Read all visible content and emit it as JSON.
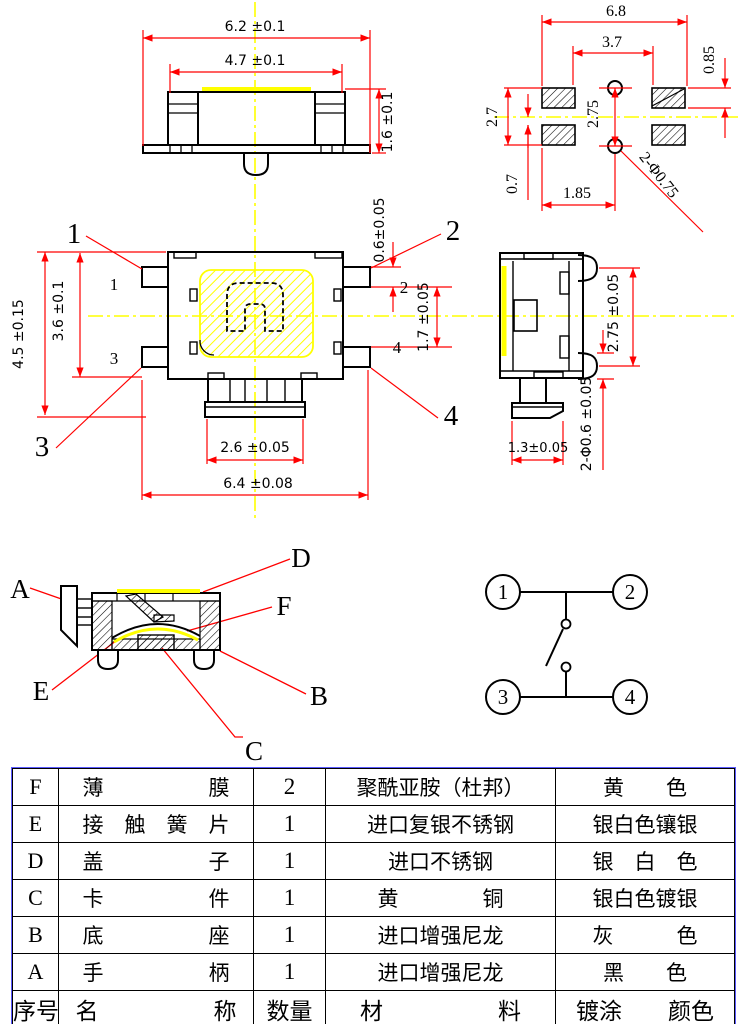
{
  "colors": {
    "dimension_red": "#ff0000",
    "centerline_yellow": "#ffff00",
    "highlight_yellow": "#ffff00",
    "drawing_black": "#000000",
    "table_frame_blue": "#5a5aff"
  },
  "front_view": {
    "dim_total_width": "6.2 ±0.1",
    "dim_cover_width": "4.7 ±0.1",
    "dim_height": "1.6 ±0.1"
  },
  "pad_layout": {
    "dim_total_width": "6.8",
    "dim_inner_width": "3.7",
    "dim_pad_height": "0.85",
    "dim_pad_span": "2.7",
    "dim_hole_pitch": "2.75",
    "dim_center_offset": "0.7",
    "dim_hole_offset": "1.85",
    "dim_hole_note": "2-Φ0.75"
  },
  "top_view": {
    "dim_total_height": "4.5 ±0.15",
    "dim_body_height": "3.6 ±0.1",
    "dim_pin_width": "0.6±0.05",
    "dim_pin_gap": "1.7 ±0.05",
    "dim_stem_width": "2.6 ±0.05",
    "dim_total_width": "6.4 ±0.08",
    "callout_1": "1",
    "callout_2": "2",
    "callout_3": "3",
    "callout_4": "4",
    "pin_label_1": "1",
    "pin_label_2": "2",
    "pin_label_3": "3",
    "pin_label_4": "4"
  },
  "side_view": {
    "dim_pin_pitch": "2.75 ±0.05",
    "dim_pin_dia": "2-Φ0.6 ±0.05",
    "dim_foot_width": "1.3±0.05"
  },
  "section_view": {
    "label_a": "A",
    "label_b": "B",
    "label_c": "C",
    "label_d": "D",
    "label_e": "E",
    "label_f": "F"
  },
  "schematic": {
    "pin_1": "1",
    "pin_2": "2",
    "pin_3": "3",
    "pin_4": "4"
  },
  "parts_table": {
    "header": {
      "no": "序号",
      "name": "名　　　　　称",
      "qty": "数量",
      "material": "材　　　　　料",
      "finish": "镀涂　　颜色"
    },
    "rows": [
      {
        "no": "F",
        "name": "薄　　　　　膜",
        "qty": "2",
        "material": "聚酰亚胺（杜邦）",
        "color": "黄　　色"
      },
      {
        "no": "E",
        "name": "接　触　簧　片",
        "qty": "1",
        "material": "进口复银不锈钢",
        "color": "银白色镶银"
      },
      {
        "no": "D",
        "name": "盖　　　　　子",
        "qty": "1",
        "material": "进口不锈钢",
        "color": "银　白　色"
      },
      {
        "no": "C",
        "name": "卡　　　　　件",
        "qty": "1",
        "material": "黄　　　　铜",
        "color": "银白色镀银"
      },
      {
        "no": "B",
        "name": "底　　　　　座",
        "qty": "1",
        "material": "进口增强尼龙",
        "color": "灰　　　色"
      },
      {
        "no": "A",
        "name": "手　　　　　柄",
        "qty": "1",
        "material": "进口增强尼龙",
        "color": "黑　　色"
      }
    ]
  }
}
